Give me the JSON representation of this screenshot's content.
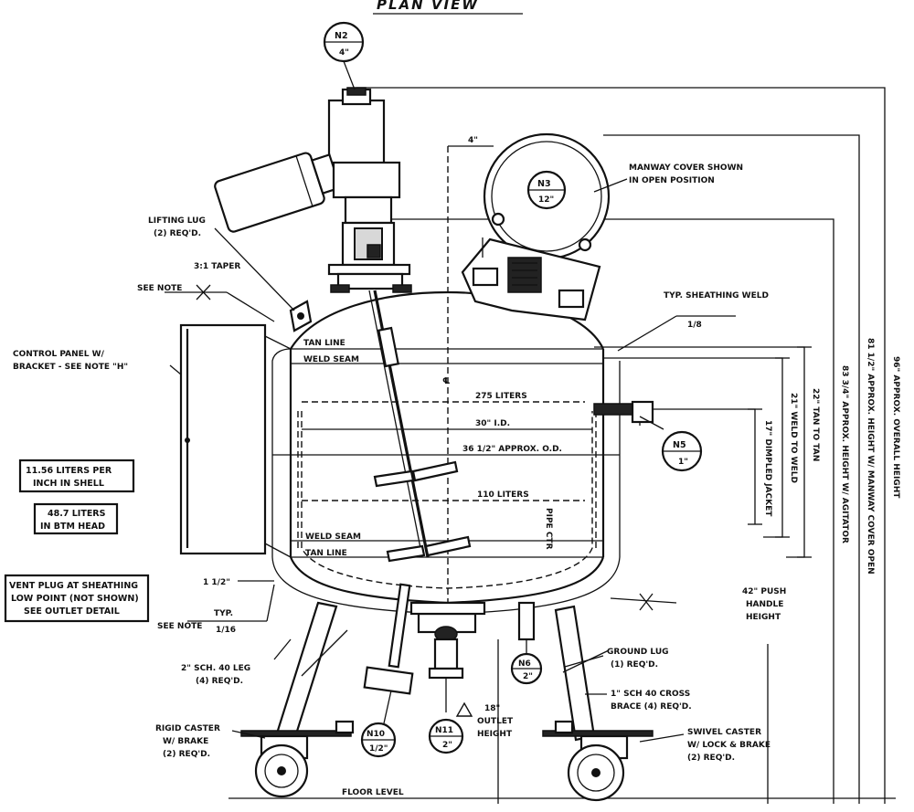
{
  "title": "PLAN VIEW",
  "nozzles": {
    "n2": {
      "tag": "N2",
      "size": "4\""
    },
    "n3": {
      "tag": "N3",
      "size": "12\""
    },
    "n5": {
      "tag": "N5",
      "size": "1\""
    },
    "n6": {
      "tag": "N6",
      "size": "2\""
    },
    "n10": {
      "tag": "N10",
      "size": "1/2\""
    },
    "n11": {
      "tag": "N11",
      "size": "2\""
    }
  },
  "labels": {
    "manway_1": "MANWAY COVER SHOWN",
    "manway_2": "IN OPEN POSITION",
    "lifting_1": "LIFTING LUG",
    "lifting_2": "(2) REQ'D.",
    "taper": "3:1 TAPER",
    "typ_sheathing_weld": "TYP. SHEATHING WELD",
    "control_1": "CONTROL PANEL W/",
    "control_2": "BRACKET - SEE NOTE \"H\"",
    "tan_line_top": "TAN LINE",
    "weld_seam_top": "WELD SEAM",
    "centerline": "℄",
    "liters_275": "275 LITERS",
    "id_30": "30\" I.D.",
    "od_approx": "36 1/2\" APPROX. O.D.",
    "liters_110": "110 LITERS",
    "weld_seam_bottom": "WELD SEAM",
    "tan_line_bottom": "TAN LINE",
    "shell_1": "11.56 LITERS PER",
    "shell_2": "INCH IN SHELL",
    "head_1": "48.7 LITERS",
    "head_2": "IN BTM HEAD",
    "vent_1": "VENT PLUG AT SHEATHING",
    "vent_2": "LOW POINT (NOT SHOWN)",
    "vent_3": "SEE OUTLET DETAIL",
    "one_half": "1 1/2\"",
    "typ": "TYP.",
    "dim_4": "4\"",
    "leg_1": "2\" SCH. 40 LEG",
    "leg_2": "(4) REQ'D.",
    "ground_1": "GROUND LUG",
    "ground_2": "(1) REQ'D.",
    "brace_1": "1\" SCH 40 CROSS",
    "brace_2": "BRACE (4) REQ'D.",
    "rigid_1": "RIGID CASTER",
    "rigid_2": "W/ BRAKE",
    "rigid_3": "(2) REQ'D.",
    "swivel_1": "SWIVEL CASTER",
    "swivel_2": "W/ LOCK & BRAKE",
    "swivel_3": "(2) REQ'D.",
    "outlet_1": "18\"",
    "outlet_2": "OUTLET",
    "outlet_3": "HEIGHT",
    "push_1": "42\" PUSH",
    "push_2": "HANDLE",
    "push_3": "HEIGHT",
    "floor": "FLOOR LEVEL",
    "jacket": "17\" DIMPLED JACKET",
    "weld_to_weld": "21\" WELD TO WELD",
    "tan_to_tan": "22\" TAN TO TAN",
    "h_agitator": "83 3/4\" APPROX. HEIGHT W/ AGITATOR",
    "h_manway": "81 1/2\" APPROX. HEIGHT W/ MANWAY COVER OPEN",
    "h_overall": "96\" APPROX. OVERALL HEIGHT",
    "pipe_ctr": "PIPE CTR"
  },
  "weld_symbols": {
    "sym_1": "SEE NOTE",
    "sym_2": "1/8",
    "sym_3": "1/16",
    "sym_4": "SEE NOTE"
  }
}
